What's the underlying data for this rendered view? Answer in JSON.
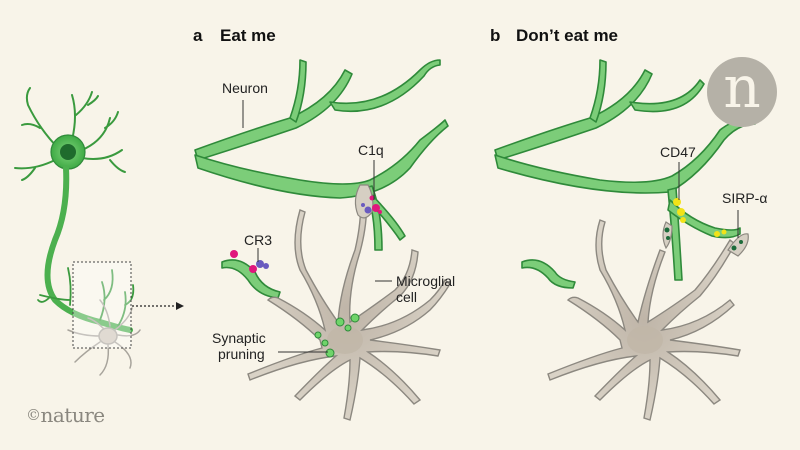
{
  "panels": [
    {
      "letter": "a",
      "title": "Eat me"
    },
    {
      "letter": "b",
      "title": "Don’t eat me"
    }
  ],
  "labels": {
    "neuron": "Neuron",
    "c1q": "C1q",
    "cr3": "CR3",
    "microglial_line1": "Microglial",
    "microglial_line2": "cell",
    "synaptic_line1": "Synaptic",
    "synaptic_line2": "pruning",
    "cd47": "CD47",
    "sirp": "SIRP-α"
  },
  "logo": {
    "glyph": "n"
  },
  "credit": {
    "symbol": "©",
    "text": "nature"
  },
  "colors": {
    "background": "#f8f4e9",
    "neuron_green": "#6cc46a",
    "neuron_outline": "#2f8a3a",
    "microglia_fill": "#d6cfc3",
    "microglia_outline": "#8c8880",
    "c1q_magenta": "#e0177d",
    "cr3_purple": "#6a5bbf",
    "cd47_yellow": "#f2e318",
    "sirp_darkgreen": "#1d6b3a",
    "logo_gray": "#b5b1a7"
  }
}
